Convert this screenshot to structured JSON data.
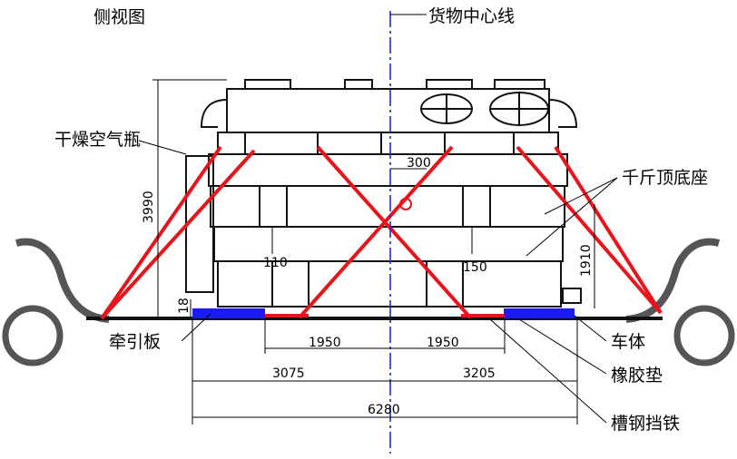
{
  "title": "侧视图",
  "labels": {
    "centerline": "货物中心线",
    "dryer": "干燥空气瓶",
    "jack_base": "千斤顶底座",
    "tow_plate": "牵引板",
    "car_body": "车体",
    "rubber_pad": "橡胶垫",
    "channel_stop": "槽钢挡铁"
  },
  "dimensions": {
    "height_total": "3990",
    "height_small": "18",
    "offset_300": "300",
    "d_110": "110",
    "d_150": "150",
    "height_1910": "1910",
    "d_1950_left": "1950",
    "d_1950_right": "1950",
    "d_3075": "3075",
    "d_3205": "3205",
    "d_6280": "6280"
  },
  "colors": {
    "lashing": "#e8141b",
    "pad": "#1a1aff",
    "centerline": "#1a2fd0",
    "line": "#000000"
  }
}
